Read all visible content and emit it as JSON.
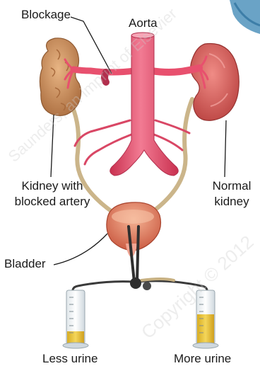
{
  "labels": {
    "blockage": "Blockage",
    "aorta": "Aorta",
    "kidney_blocked_line1": "Kidney with",
    "kidney_blocked_line2": "blocked artery",
    "normal_kidney_line1": "Normal",
    "normal_kidney_line2": "kidney",
    "bladder": "Bladder",
    "less_urine": "Less urine",
    "more_urine": "More urine"
  },
  "watermark": "Saunders, an imprint of Elsevier",
  "watermark_corner": "Copyright © 2012",
  "colors": {
    "artery": "#e8506e",
    "artery_dark": "#c23656",
    "kidney_normal": "#e06d6d",
    "kidney_blocked": "#d9a06a",
    "ureter": "#c9b48a",
    "bladder": "#e98b6c",
    "urine": "#e9c43a"
  },
  "cylinders": [
    {
      "name": "left-cylinder",
      "fill_fraction": 0.22
    },
    {
      "name": "right-cylinder",
      "fill_fraction": 0.55
    }
  ]
}
